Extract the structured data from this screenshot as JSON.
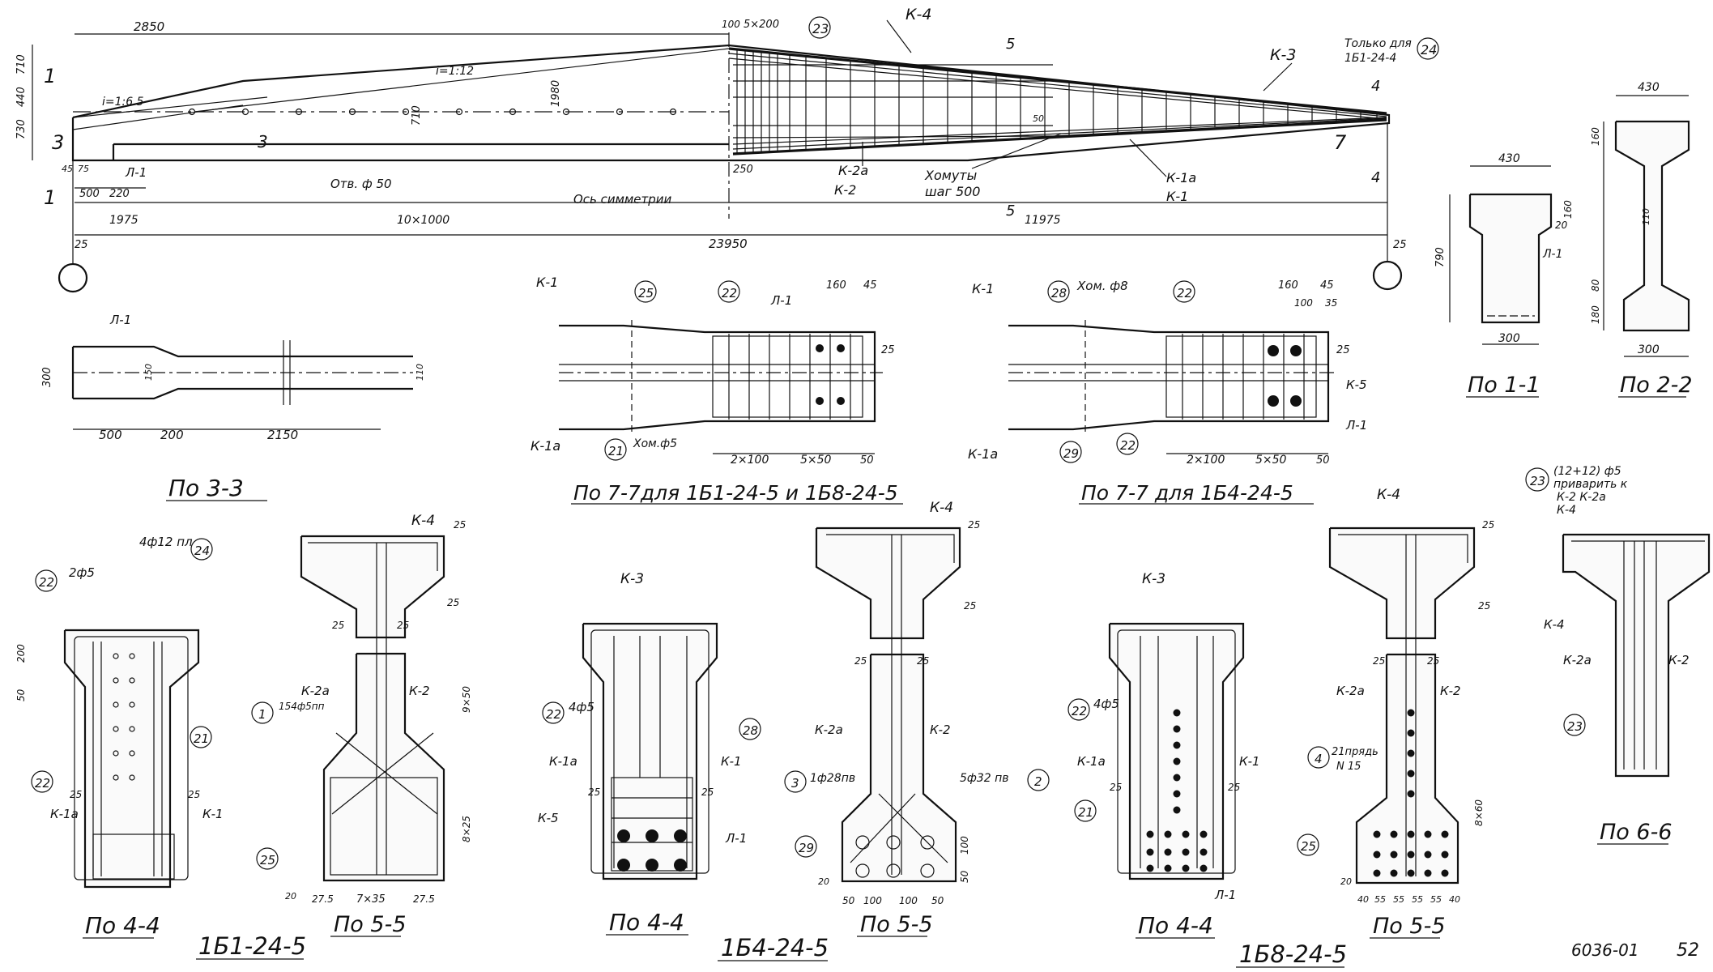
{
  "beam": {
    "callout_23": "23",
    "callout_24": "24",
    "k4": "К-4",
    "k3": "К-3",
    "only_for_l1": "Только для",
    "only_for_l2": "1Б1-24-4",
    "cut5": "5",
    "cut4": "4",
    "cut1": "1",
    "cut3": "3",
    "cut7": "7",
    "slope_top": "i=1:12",
    "slope_left": "i=1:6.5",
    "d2850": "2850",
    "d100": "100",
    "d5x200": "5×200",
    "d710": "710",
    "d440": "440",
    "d730": "730",
    "d1980": "1980",
    "d45": "45",
    "d75": "75",
    "d500": "500",
    "d220": "220",
    "d1975": "1975",
    "d10x1000": "10×1000",
    "d11975": "11975",
    "d23950": "23950",
    "d25": "25",
    "d250": "250",
    "d50": "50",
    "l1": "Л-1",
    "holes": "Отв. ф 50",
    "axis": "Ось симметрии",
    "k2a": "К-2а",
    "k2": "К-2",
    "stirrups1": "Хомуты",
    "stirrups2": "шаг 500",
    "k1a": "К-1а",
    "k1": "К-1"
  },
  "sec33": {
    "l1": "Л-1",
    "d300": "300",
    "d150": "150",
    "d110": "110",
    "d500": "500",
    "d200": "200",
    "d2150": "2150",
    "title": "По 3-3"
  },
  "sec77a": {
    "k1": "К-1",
    "c25": "25",
    "c22": "22",
    "l1": "Л-1",
    "d160": "160",
    "d45": "45",
    "d25": "25",
    "k1a": "К-1а",
    "c21": "21",
    "stirrup": "Хом.ф5",
    "d2x100": "2×100",
    "d5x50": "5×50",
    "d50": "50",
    "title": "По 7-7для 1Б1-24-5 и 1Б8-24-5"
  },
  "sec77b": {
    "k1": "К-1",
    "c28": "28",
    "stirrup": "Хом. ф8",
    "c22": "22",
    "d160": "160",
    "d45": "45",
    "d100": "100",
    "d35": "35",
    "d25": "25",
    "k5": "К-5",
    "l1": "Л-1",
    "k1a": "К-1а",
    "c29": "29",
    "d2x100": "2×100",
    "d5x50": "5×50",
    "d50": "50",
    "title": "По 7-7 для 1Б4-24-5"
  },
  "sec11": {
    "d430": "430",
    "d160": "160",
    "d20": "20",
    "d790": "790",
    "l1": "Л-1",
    "d300": "300",
    "title": "По 1-1"
  },
  "sec22": {
    "d430": "430",
    "d160": "160",
    "d110": "110",
    "d180": "180",
    "d80": "80",
    "d300": "300",
    "title": "По 2-2"
  },
  "s44a": {
    "bars": "4ф12 пл",
    "c24": "24",
    "c22": "22",
    "two": "2ф5",
    "d200": "200",
    "d50": "50",
    "c21": "21",
    "d25": "25",
    "k1a": "К-1а",
    "k1": "К-1",
    "title": "По 4-4"
  },
  "s55a": {
    "k4": "К-4",
    "d25": "25",
    "k2a": "К-2а",
    "k2": "К-2",
    "c1": "1",
    "bars": "154ф5пп",
    "d9x50": "9×50",
    "d8x25": "8×25",
    "c25": "25",
    "d20": "20",
    "d275": "27.5",
    "d7x35": "7×35",
    "d275b": "27.5",
    "title": "По 5-5",
    "mark": "1Б1-24-5"
  },
  "s44b": {
    "k3": "К-3",
    "c22": "22",
    "bars": "4ф5",
    "c28": "28",
    "k1a": "К-1а",
    "k1": "К-1",
    "d25": "25",
    "k5": "К-5",
    "l1": "Л-1",
    "title": "По 4-4"
  },
  "s55b": {
    "k4": "К-4",
    "d25": "25",
    "k2a": "К-2а",
    "k2": "К-2",
    "c3": "3",
    "bar1": "1ф28пв",
    "bar5": "5ф32 пв",
    "c2": "2",
    "c29": "29",
    "d100": "100",
    "d50": "50",
    "d20": "20",
    "title": "По 5-5",
    "mark": "1Б4-24-5"
  },
  "s44c": {
    "k3": "К-3",
    "c22": "22",
    "bars": "4ф5",
    "k1a": "К-1а",
    "k1": "К-1",
    "d25": "25",
    "c21": "21",
    "l1": "Л-1",
    "title": "По 4-4"
  },
  "s55c": {
    "k4": "К-4",
    "d25": "25",
    "k2a": "К-2а",
    "k2": "К-2",
    "c4": "4",
    "strands1": "21прядь",
    "strands2": "N 15",
    "c25": "25",
    "d8x60": "8×60",
    "d20": "20",
    "d40": "40",
    "d55": "55",
    "title": "По 5-5",
    "mark": "1Б8-24-5"
  },
  "s66": {
    "c23": "23",
    "n1": "(12+12) ф5",
    "n2": "приварить к",
    "n3": "К-2  К-2а",
    "n4": "К-4",
    "k4": "К-4",
    "k2a": "К-2а",
    "k2": "К-2",
    "title": "По 6-6"
  },
  "stamp": {
    "series": "6036-01",
    "sheet": "52"
  }
}
